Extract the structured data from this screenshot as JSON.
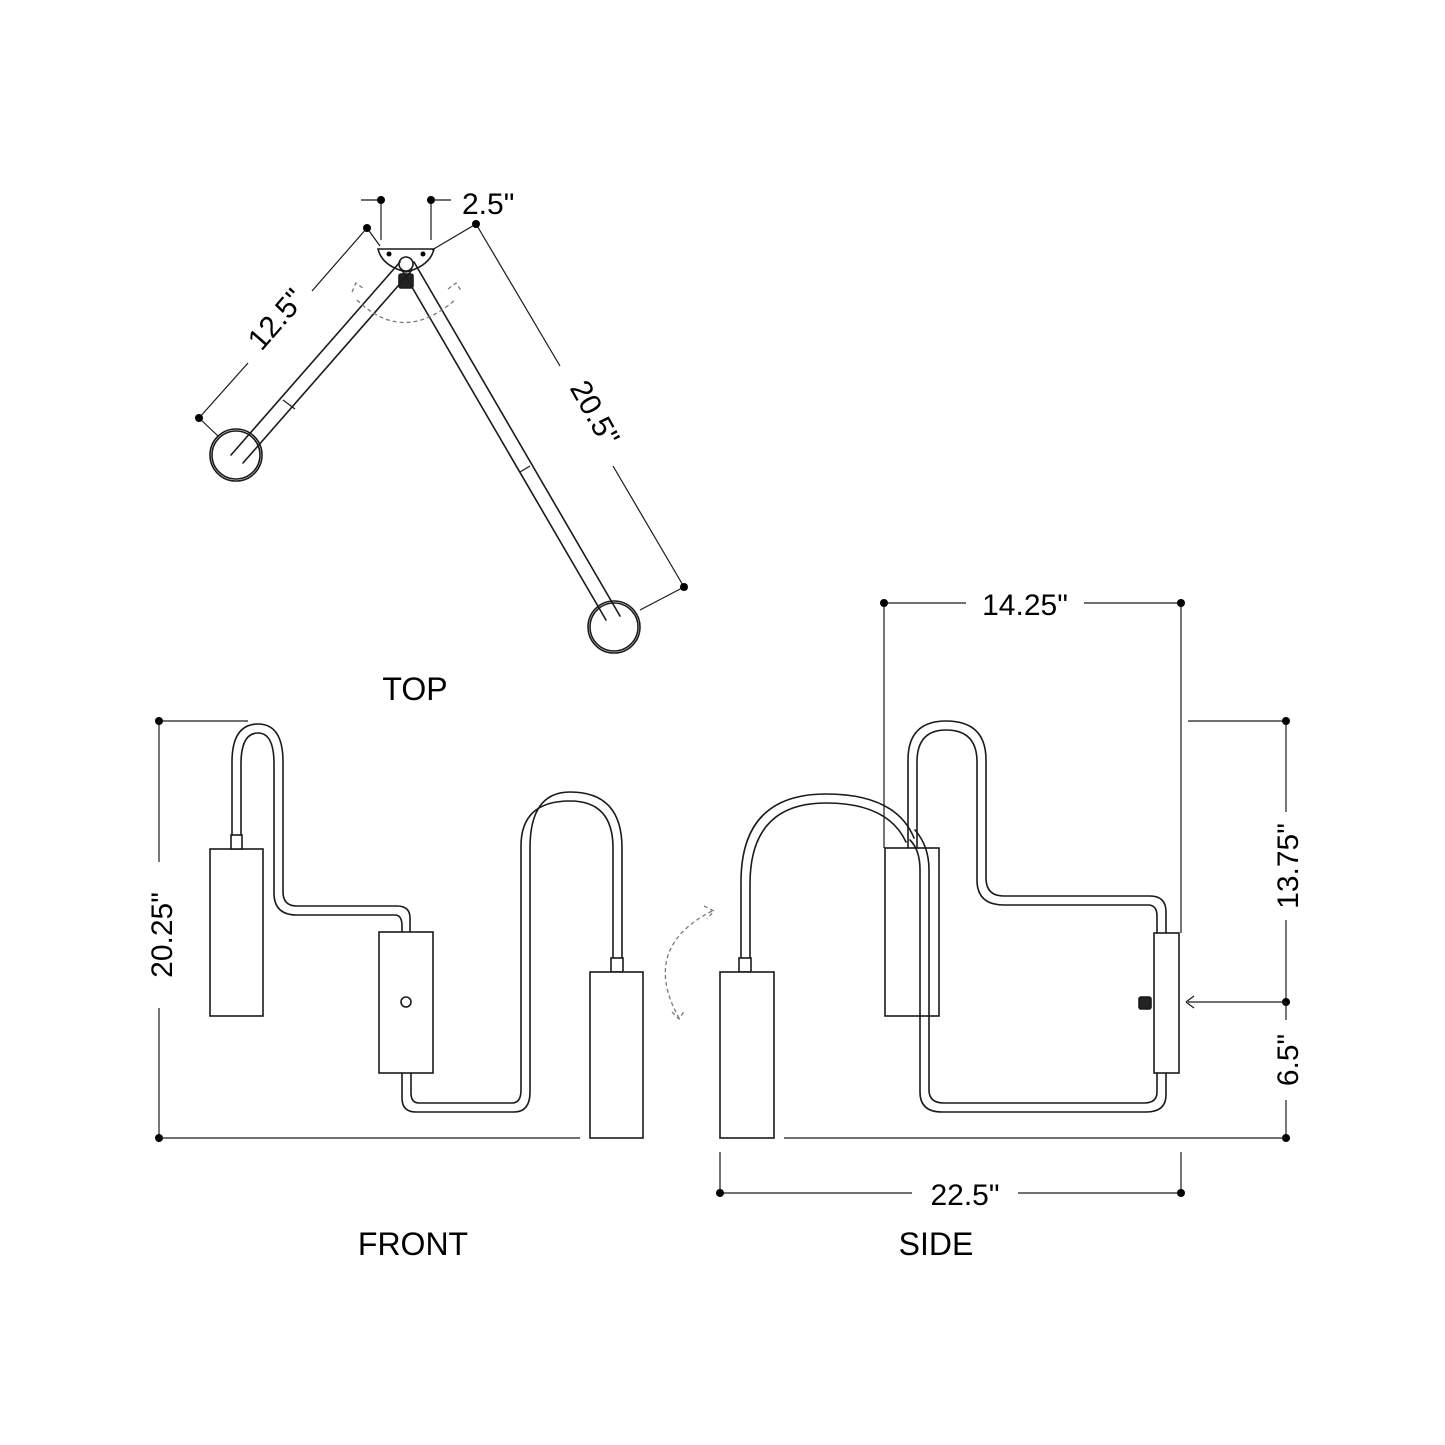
{
  "views": {
    "top": "TOP",
    "front": "FRONT",
    "side": "SIDE"
  },
  "dimensions": {
    "top_offset": "2.5\"",
    "top_short_arm": "12.5\"",
    "top_long_arm": "20.5\"",
    "side_width": "14.25\"",
    "side_upper_height": "13.75\"",
    "side_lower_height": "6.5\"",
    "overall_width": "22.5\"",
    "overall_height": "20.25\""
  },
  "colors": {
    "line": "#1a1a1a",
    "background": "#ffffff",
    "rotation_arrow": "#7a7a7a"
  }
}
